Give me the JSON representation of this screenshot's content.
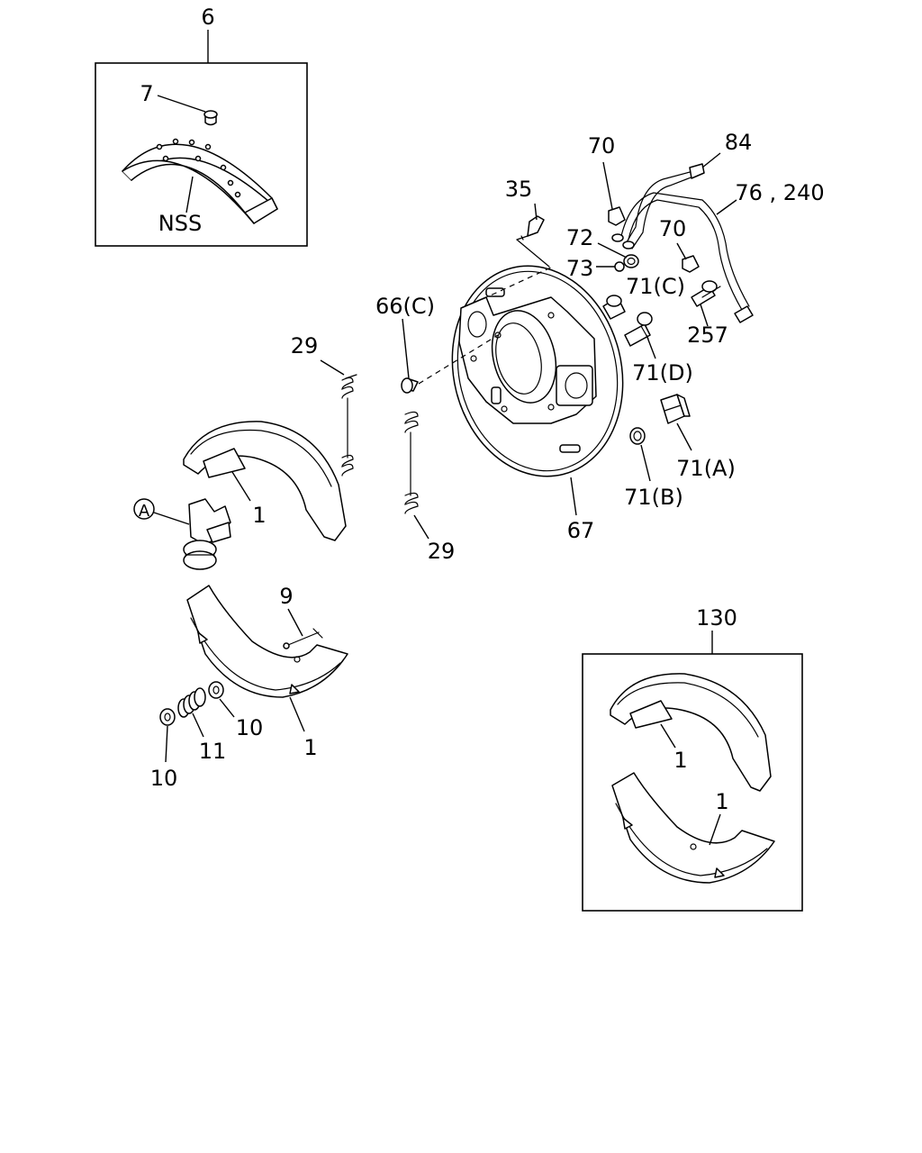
{
  "labels": {
    "kit_6": "6",
    "bolt_7": "7",
    "nss": "NSS",
    "bolt_35": "35",
    "clip_70_a": "70",
    "pipe_84": "84",
    "pipe_76_240": "76 , 240",
    "clip_70_b": "70",
    "nut_72": "72",
    "washer_73": "73",
    "fitting_71c": "71(C)",
    "fitting_257": "257",
    "bolt_66c": "66(C)",
    "spring_29_top": "29",
    "fitting_71d": "71(D)",
    "plug_71a": "71(A)",
    "plug_71b": "71(B)",
    "plate_67": "67",
    "spring_29_bottom": "29",
    "shoe_1_upper": "1",
    "adjuster_a": "A",
    "pin_9": "9",
    "washer_10_right": "10",
    "shoe_1_lower": "1",
    "spring_11": "11",
    "washer_10_left": "10",
    "kit_130": "130",
    "kit_shoe_1_upper": "1",
    "kit_shoe_1_lower": "1"
  }
}
